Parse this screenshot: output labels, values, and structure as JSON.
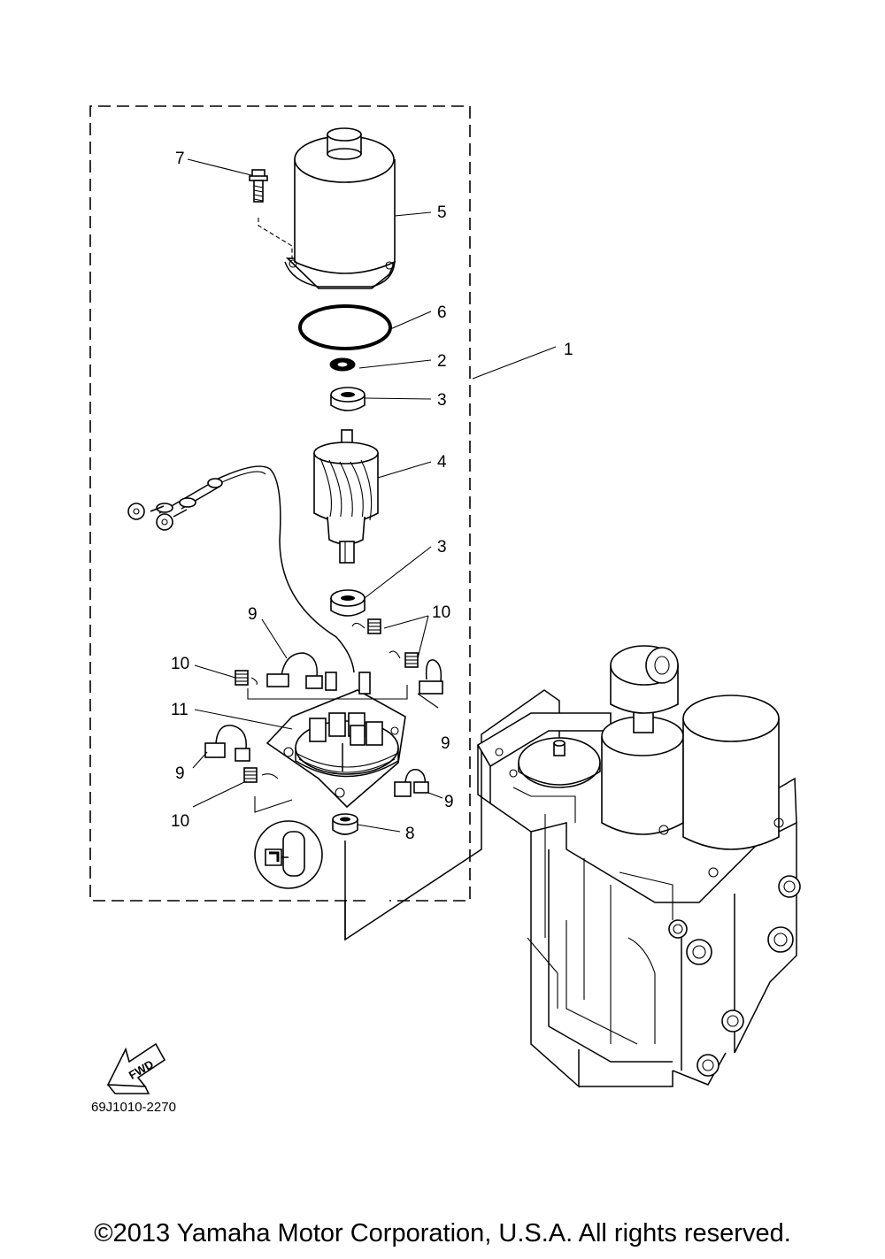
{
  "callouts": [
    {
      "id": "c1",
      "label": "1"
    },
    {
      "id": "c2",
      "label": "2"
    },
    {
      "id": "c3a",
      "label": "3"
    },
    {
      "id": "c3b",
      "label": "3"
    },
    {
      "id": "c4",
      "label": "4"
    },
    {
      "id": "c5",
      "label": "5"
    },
    {
      "id": "c6",
      "label": "6"
    },
    {
      "id": "c7",
      "label": "7"
    },
    {
      "id": "c8",
      "label": "8"
    },
    {
      "id": "c9a",
      "label": "9"
    },
    {
      "id": "c9b",
      "label": "9"
    },
    {
      "id": "c9c",
      "label": "9"
    },
    {
      "id": "c9d",
      "label": "9"
    },
    {
      "id": "c10a",
      "label": "10"
    },
    {
      "id": "c10b",
      "label": "10"
    },
    {
      "id": "c10c",
      "label": "10"
    },
    {
      "id": "c11",
      "label": "11"
    }
  ],
  "fwd_label": "FWD",
  "diagram_code": "69J1010-2270",
  "copyright": "©2013 Yamaha Motor Corporation, U.S.A. All rights reserved."
}
